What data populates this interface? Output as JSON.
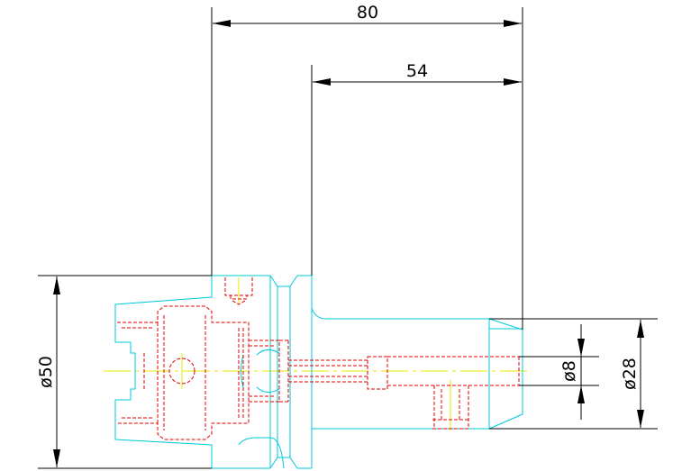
{
  "colors": {
    "background": "#ffffff",
    "dimension": "#000000",
    "outline": "#00c8dc",
    "hidden": "#e00000",
    "centerline": "#e8e800"
  },
  "dimensions": {
    "total_length": "80",
    "shank_length": "54",
    "flange_diameter": "ø50",
    "bore_diameter": "ø8",
    "tip_diameter": "ø28"
  }
}
